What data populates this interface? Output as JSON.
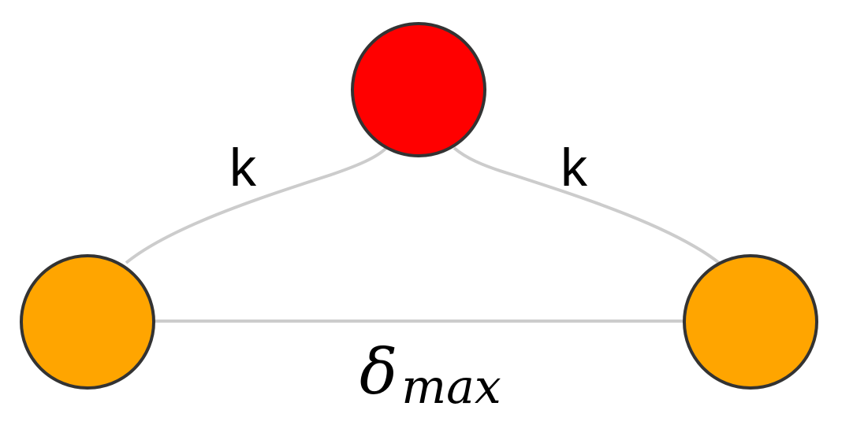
{
  "nodes": {
    "top": {
      "color": "#ff0000"
    },
    "left": {
      "color": "#ffa500"
    },
    "right": {
      "color": "#ffa500"
    }
  },
  "edges": {
    "color": "#cccccc",
    "top_left_label": "k",
    "top_right_label": "k",
    "bottom_label_symbol": "δ",
    "bottom_label_subscript": "max"
  }
}
